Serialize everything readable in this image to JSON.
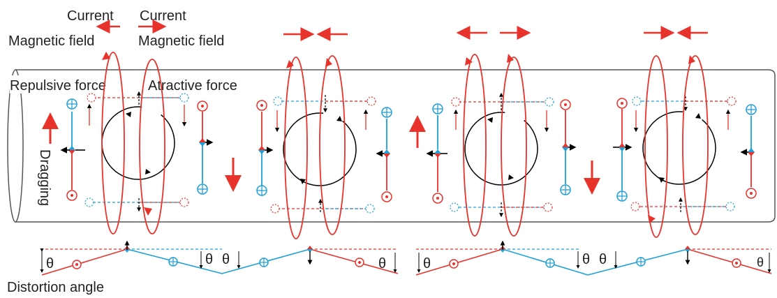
{
  "labels": {
    "current": "Current",
    "magnetic_field": "Magnetic field",
    "repulsive_force": "Repulsive force",
    "attractive_force": "Atractive force",
    "dragging": "Dragging",
    "distortion_angle": "Distortion angle",
    "theta": "θ"
  },
  "colors": {
    "red": "#e8322c",
    "blue": "#1ea0d8",
    "black": "#000000",
    "tube": "#555555"
  },
  "icons": {
    "current_in": "circle-plus",
    "current_out": "circle-dot",
    "rotation": "circular-arrow"
  },
  "cells": [
    {
      "id": "cell-1",
      "rotation": "counterclockwise"
    },
    {
      "id": "cell-2",
      "rotation": "clockwise"
    },
    {
      "id": "cell-3",
      "rotation": "counterclockwise"
    },
    {
      "id": "cell-4",
      "rotation": "clockwise"
    }
  ]
}
